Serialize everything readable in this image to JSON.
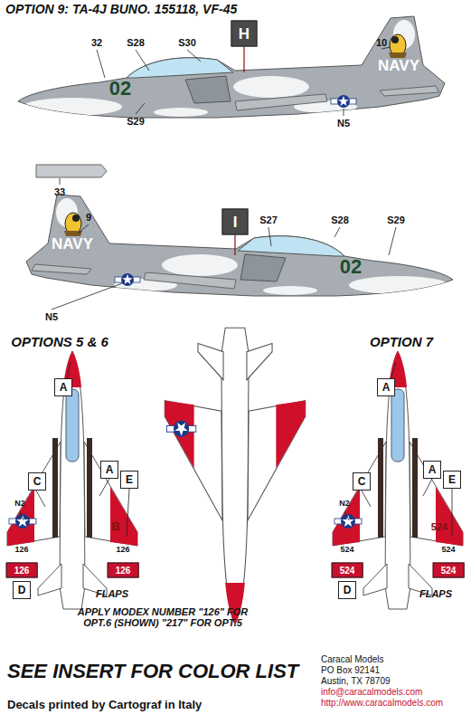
{
  "diagram": {
    "title": "OPTION 9: TA-4J BUNO. 155118, VF-45",
    "nodes": [
      {
        "text": [
          "H"
        ]
      },
      {
        "text": [
          "I"
        ]
      },
      {
        "text": [
          "A"
        ]
      },
      {
        "text": [
          "A"
        ]
      },
      {
        "text": [
          "C"
        ]
      },
      {
        "text": [
          "A"
        ]
      },
      {
        "text": [
          "E"
        ]
      },
      {
        "text": [
          "C"
        ]
      },
      {
        "text": [
          "A"
        ]
      },
      {
        "text": [
          "E"
        ]
      },
      {
        "text": [
          "D"
        ]
      },
      {
        "text": [
          "D"
        ]
      }
    ],
    "labels": [
      "32",
      "S28",
      "S30",
      "10",
      "NAVY",
      "02",
      "S29",
      "N5",
      "33",
      "9",
      "S27",
      "S28",
      "S29",
      "NAVY",
      "02",
      "N5",
      "OPTIONS 5 & 6",
      "OPTION 7",
      "N2",
      "B",
      "126",
      "126",
      "126",
      "126",
      "FLAPS",
      "N2",
      "524",
      "524",
      "524",
      "524",
      "524",
      "FLAPS",
      "APPLY MODEX NUMBER \"126\" FOR OPT.6 (SHOWN) \"217\" FOR OPT.5",
      "SEE INSERT FOR COLOR LIST",
      "Decals printed by Cartograf in Italy",
      "Caracal Models",
      "PO Box 92141",
      "Austin, TX 78709",
      "info@caracalmodels.com",
      "http://www.caracalmodels.com"
    ]
  }
}
